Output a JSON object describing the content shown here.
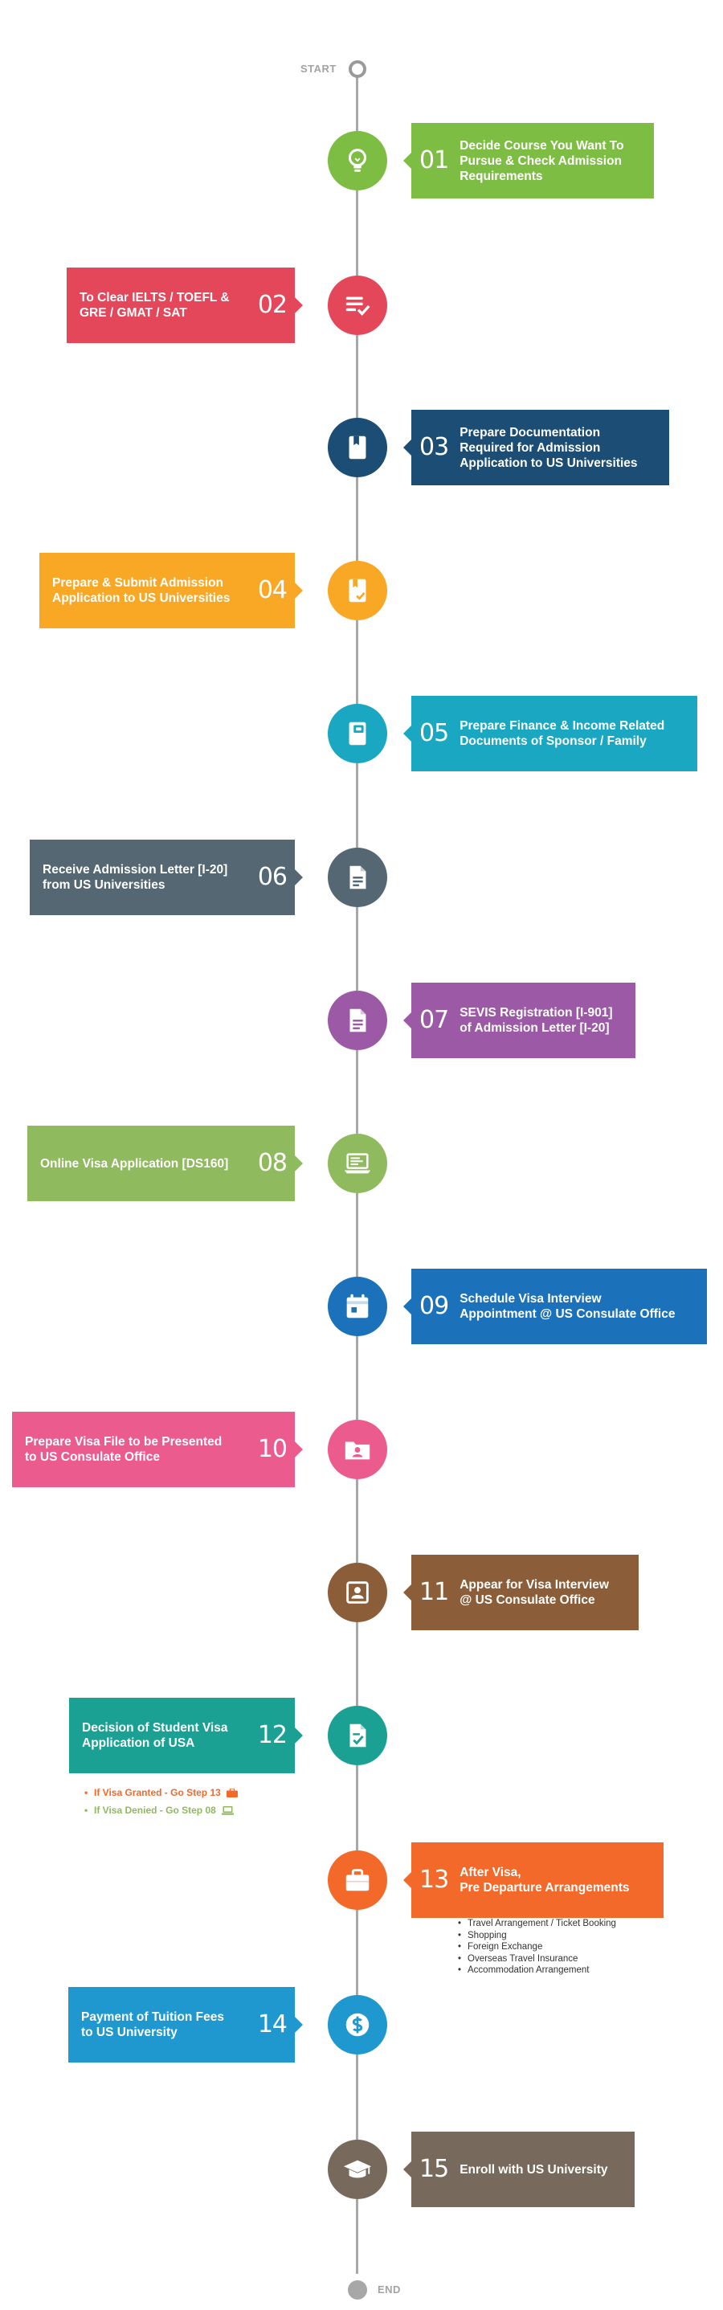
{
  "labels": {
    "start": "START",
    "end": "END"
  },
  "steps": [
    {
      "number": "01",
      "text": "Decide Course You Want To\nPursue & Check Admission\nRequirements",
      "color": "#7dbd44",
      "icon": "lightbulb-icon",
      "side": "right"
    },
    {
      "number": "02",
      "text": "To Clear IELTS / TOEFL &\nGRE / GMAT / SAT",
      "color": "#e5475a",
      "icon": "checklist-icon",
      "side": "left"
    },
    {
      "number": "03",
      "text": "Prepare Documentation\nRequired for Admission\nApplication to US Universities",
      "color": "#1b4d75",
      "icon": "book-icon",
      "side": "right"
    },
    {
      "number": "04",
      "text": "Prepare & Submit Admission\nApplication to US Universities",
      "color": "#f9a825",
      "icon": "book-check-icon",
      "side": "left"
    },
    {
      "number": "05",
      "text": "Prepare Finance & Income Related\nDocuments of Sponsor / Family",
      "color": "#1aa7c2",
      "icon": "wallet-icon",
      "side": "right"
    },
    {
      "number": "06",
      "text": "Receive Admission Letter [I-20]\nfrom US Universities",
      "color": "#546772",
      "icon": "document-icon",
      "side": "left"
    },
    {
      "number": "07",
      "text": "SEVIS Registration [I-901]\nof Admission Letter [I-20]",
      "color": "#9c5aa6",
      "icon": "form-icon",
      "side": "right"
    },
    {
      "number": "08",
      "text": "Online Visa Application [DS160]",
      "color": "#8fba5e",
      "icon": "laptop-icon",
      "side": "left"
    },
    {
      "number": "09",
      "text": "Schedule Visa Interview\nAppointment @ US Consulate Office",
      "color": "#1b72bb",
      "icon": "calendar-icon",
      "side": "right"
    },
    {
      "number": "10",
      "text": "Prepare Visa File to be Presented\nto US Consulate Office",
      "color": "#ec5b8e",
      "icon": "folder-user-icon",
      "side": "left"
    },
    {
      "number": "11",
      "text": "Appear for Visa Interview\n@ US Consulate Office",
      "color": "#8b5d38",
      "icon": "contact-icon",
      "side": "right"
    },
    {
      "number": "12",
      "text": "Decision of Student Visa\nApplication of USA",
      "color": "#1aa194",
      "icon": "file-check-icon",
      "side": "left"
    },
    {
      "number": "13",
      "text": "After Visa,\nPre Departure Arrangements",
      "color": "#f2692a",
      "icon": "briefcase-icon",
      "side": "right"
    },
    {
      "number": "14",
      "text": "Payment of Tuition Fees\nto US University",
      "color": "#1f98cf",
      "icon": "dollar-icon",
      "side": "left"
    },
    {
      "number": "15",
      "text": "Enroll with US University",
      "color": "#776a5c",
      "icon": "graduation-cap-icon",
      "side": "right"
    }
  ],
  "decision_notes": [
    {
      "text": "If Visa Granted - Go Step 13",
      "color": "#f2692a",
      "icon": "briefcase-icon"
    },
    {
      "text": "If Visa Denied - Go Step 08",
      "color": "#8fba5e",
      "icon": "laptop-icon"
    }
  ],
  "predeparture_notes": [
    "Travel Arrangement / Ticket Booking",
    "Shopping",
    "Foreign Exchange",
    "Overseas Travel Insurance",
    "Accommodation Arrangement"
  ]
}
